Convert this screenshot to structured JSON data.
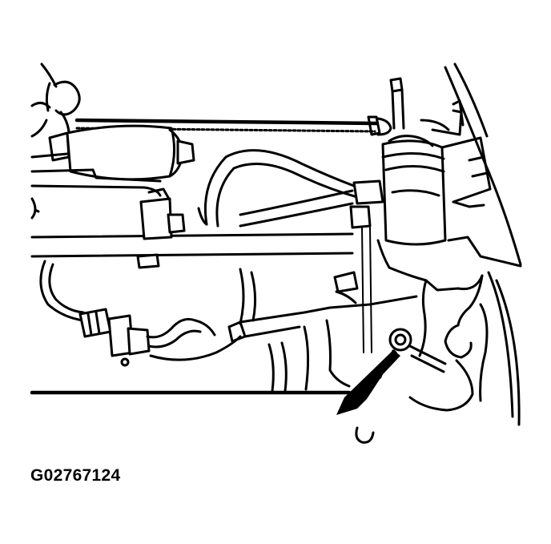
{
  "figure": {
    "id_label": "G02767124",
    "line_color": "#000000",
    "background_color": "#ffffff"
  },
  "callouts": [
    {
      "name": "bolt-callout-arrow",
      "points_to": "mounting-bolt"
    }
  ]
}
